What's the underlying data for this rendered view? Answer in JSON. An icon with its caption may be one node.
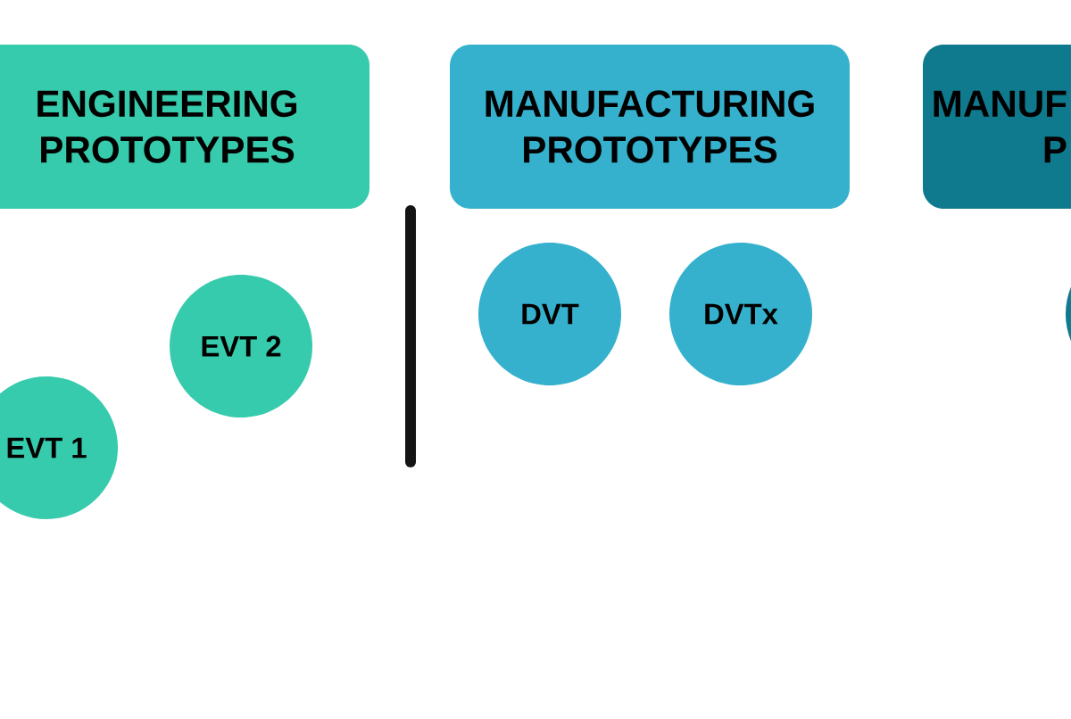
{
  "diagram": {
    "nodes": [
      {
        "text": [
          "ENGINEERING PROTOTYPES"
        ]
      },
      {
        "text": [
          "MANUFACTURING PROTOTYPES"
        ]
      },
      {
        "text": [
          "MANUF P"
        ]
      },
      {
        "text": [
          "EVT 2"
        ]
      },
      {
        "text": [
          "EVT 1"
        ]
      },
      {
        "text": [
          "DVT"
        ]
      },
      {
        "text": [
          "DVTx"
        ]
      },
      {
        "text": [],
        "shape": "circle"
      }
    ]
  }
}
